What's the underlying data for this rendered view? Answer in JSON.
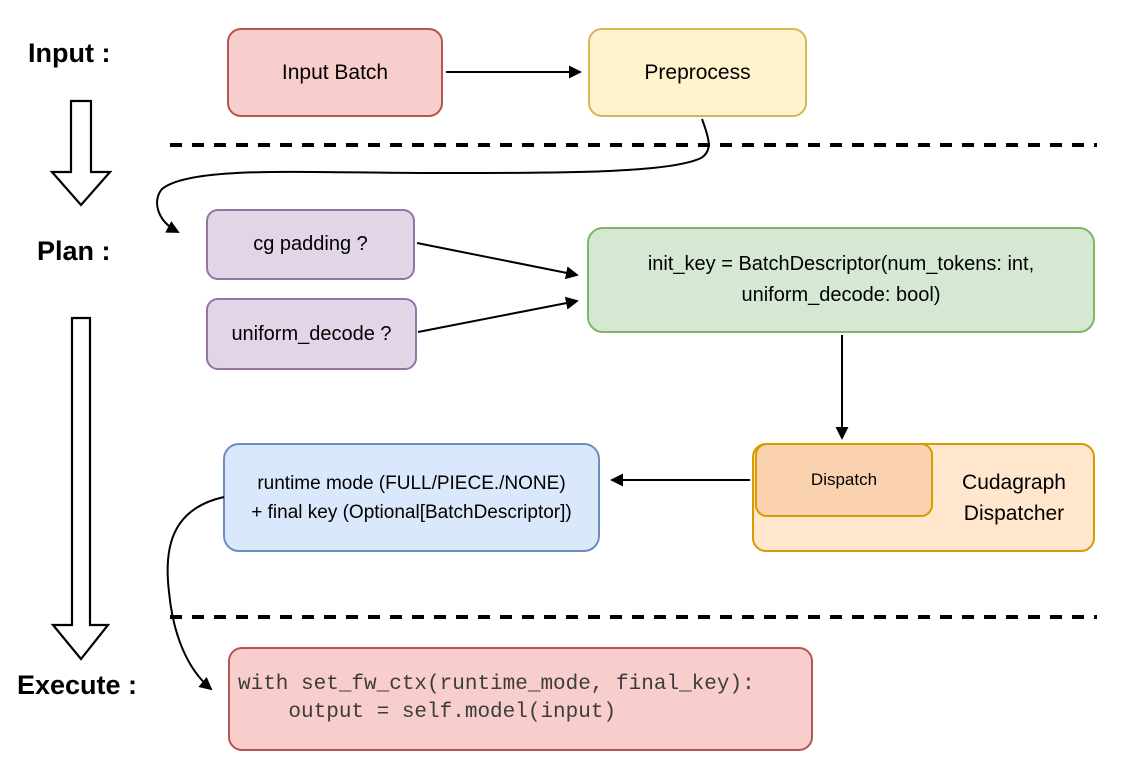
{
  "stage_labels": {
    "input": "Input :",
    "plan": "Plan :",
    "execute": "Execute :"
  },
  "nodes": {
    "input_batch": {
      "label": "Input Batch",
      "fill": "#F8CECC",
      "stroke": "#B85450"
    },
    "preprocess": {
      "label": "Preprocess",
      "fill": "#FFF2CC",
      "stroke": "#D6B656"
    },
    "cg_padding": {
      "label": "cg padding ?",
      "fill": "#E1D5E7",
      "stroke": "#9673A6"
    },
    "uniform_decode": {
      "label": "uniform_decode ?",
      "fill": "#E1D5E7",
      "stroke": "#9673A6"
    },
    "init_key": {
      "line1": "init_key = BatchDescriptor(num_tokens: int,",
      "line2": "uniform_decode: bool)",
      "fill": "#D5E8D4",
      "stroke": "#82B366"
    },
    "dispatch": {
      "label": "Dispatch",
      "fill": "#FAD2B0",
      "stroke": "#D79B00"
    },
    "cudagraph_dispatcher": {
      "line1": "Cudagraph",
      "line2": "Dispatcher",
      "fill": "#FFE6CC",
      "stroke": "#D79B00"
    },
    "runtime_mode": {
      "line1": "runtime mode (FULL/PIECE./NONE)",
      "line2": "+ final key (Optional[BatchDescriptor])",
      "fill": "#DAE8FC",
      "stroke": "#6C8EBF"
    },
    "execute_code": {
      "line1": "with set_fw_ctx(runtime_mode, final_key):",
      "line2": "    output = self.model(input)",
      "fill": "#F8CECC",
      "stroke": "#B85450"
    }
  },
  "separators": {
    "style": "dashed",
    "color": "#000000"
  },
  "arrow_color": "#000000"
}
